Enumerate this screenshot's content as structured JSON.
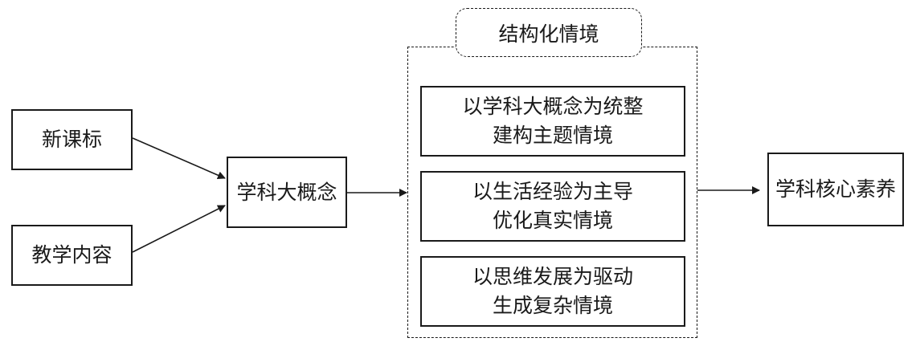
{
  "nodes": {
    "curriculum_standard": "新课标",
    "teaching_content": "教学内容",
    "big_concept": "学科大概念",
    "core_literacy": "学科核心素养"
  },
  "group": {
    "title": "结构化情境",
    "items": [
      {
        "line1": "以学科大概念为统整",
        "line2": "建构主题情境"
      },
      {
        "line1": "以生活经验为主导",
        "line2": "优化真实情境"
      },
      {
        "line1": "以思维发展为驱动",
        "line2": "生成复杂情境"
      }
    ]
  }
}
